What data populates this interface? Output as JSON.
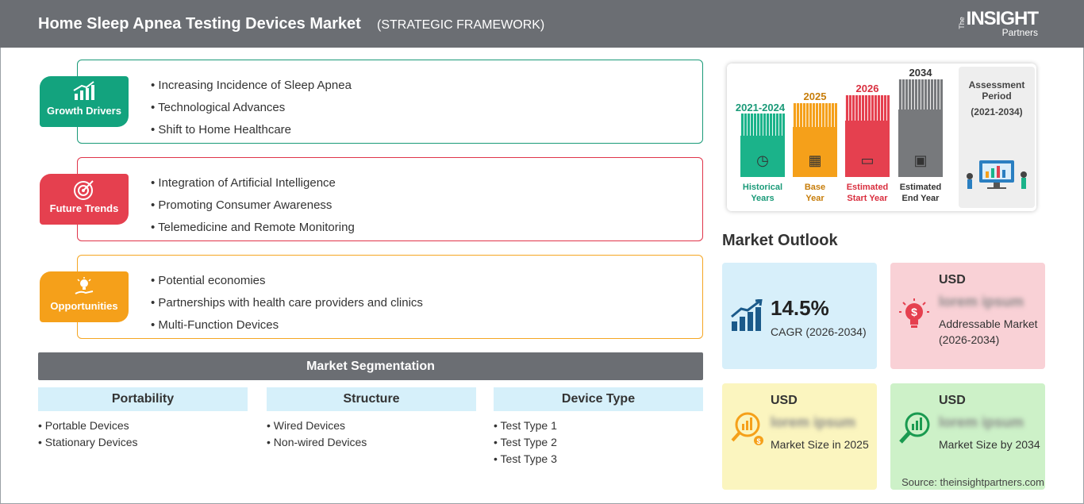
{
  "header": {
    "title": "Home Sleep Apnea Testing Devices Market",
    "subtitle": "(STRATEGIC FRAMEWORK)",
    "logo_the": "The",
    "logo_insight": "INSIGHT",
    "logo_partners": "Partners"
  },
  "framework": {
    "growth_drivers": {
      "label": "Growth Drivers",
      "icon": "chart-growth-icon",
      "items": [
        "Increasing Incidence of Sleep Apnea",
        "Technological Advances",
        "Shift to Home Healthcare"
      ]
    },
    "future_trends": {
      "label": "Future Trends",
      "icon": "target-icon",
      "items": [
        "Integration of Artificial Intelligence",
        "Promoting Consumer Awareness",
        "Telemedicine and Remote Monitoring"
      ]
    },
    "opportunities": {
      "label": "Opportunities",
      "icon": "lightbulb-hand-icon",
      "items": [
        "Potential economies",
        "Partnerships with health care providers and clinics",
        "Multi-Function Devices"
      ]
    }
  },
  "segmentation": {
    "title": "Market Segmentation",
    "columns": [
      {
        "header": "Portability",
        "items": [
          "Portable Devices",
          "Stationary Devices"
        ]
      },
      {
        "header": "Structure",
        "items": [
          "Wired Devices",
          "Non-wired Devices"
        ]
      },
      {
        "header": "Device Type",
        "items": [
          "Test Type 1",
          "Test Type 2",
          "Test Type 3"
        ]
      }
    ]
  },
  "timeline": {
    "periods": [
      {
        "year": "2021-2024",
        "label_1": "Historical",
        "label_2": "Years",
        "color": "#1bb38a",
        "icon": "history-icon"
      },
      {
        "year": "2025",
        "label_1": "Base",
        "label_2": "Year",
        "color": "#f5a01a",
        "icon": "calendar-icon"
      },
      {
        "year": "2026",
        "label_1": "Estimated",
        "label_2": "Start Year",
        "color": "#e5404f",
        "icon": "monitor-icon"
      },
      {
        "year": "2034",
        "label_1": "Estimated",
        "label_2": "End Year",
        "color": "#77797c",
        "icon": "presentation-icon"
      }
    ],
    "assessment_label_1": "Assessment",
    "assessment_label_2": "Period",
    "assessment_period": "(2021-2034)"
  },
  "outlook": {
    "title": "Market Outlook",
    "cagr": {
      "value": "14.5%",
      "label": "CAGR (2026-2034)",
      "icon": "bar-chart-icon",
      "color": "#1b5a8a"
    },
    "addressable": {
      "currency": "USD",
      "value": "lorem ipsum",
      "label": "Addressable Market (2026-2034)",
      "icon": "lightbulb-dollar-icon",
      "color": "#e5404f"
    },
    "size_2025": {
      "currency": "USD",
      "value": "lorem ipsum",
      "label": "Market Size in 2025",
      "icon": "magnifier-dollar-icon",
      "color": "#f5a01a"
    },
    "size_2034": {
      "currency": "USD",
      "value": "lorem ipsum",
      "label": "Market Size by 2034",
      "icon": "magnifier-chart-icon",
      "color": "#1a9a50"
    }
  },
  "source": "Source: theinsightpartners.com"
}
